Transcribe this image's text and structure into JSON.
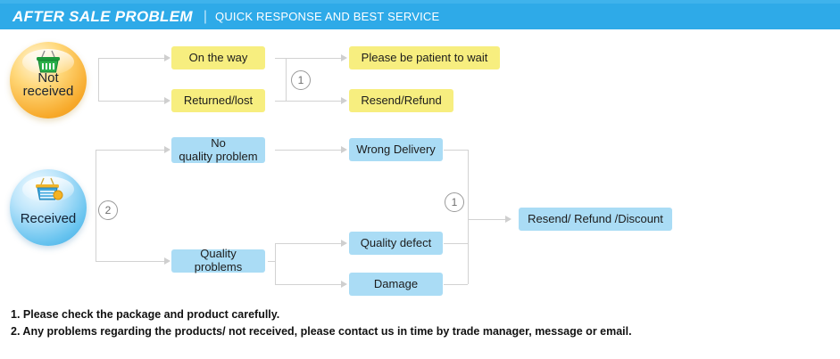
{
  "header": {
    "title": "AFTER SALE PROBLEM",
    "separator": "|",
    "subtitle": "QUICK RESPONSE AND BEST SERVICE",
    "band_color": "#2eaae8",
    "strip_color": "#3fb3ec"
  },
  "badges": [
    {
      "id": "not-received",
      "label_line1": "Not",
      "label_line2": "received",
      "icon": "shopping-basket-icon",
      "color": "#f7a92a"
    },
    {
      "id": "received",
      "label_line1": "Received",
      "label_line2": "",
      "icon": "shopping-basket-check-icon",
      "color": "#67c3ef"
    }
  ],
  "flow_not_received": {
    "stage1": [
      {
        "label": "On the way"
      },
      {
        "label": "Returned/lost"
      }
    ],
    "stage2": [
      {
        "label": "Please be patient to wait"
      },
      {
        "label": "Resend/Refund"
      }
    ],
    "marker": "1"
  },
  "flow_received": {
    "branch_marker": "2",
    "stage1": [
      {
        "label_line1": "No",
        "label_line2": "quality problem"
      },
      {
        "label_line1": "Quality problems",
        "label_line2": ""
      }
    ],
    "stage2": [
      {
        "label": "Wrong Delivery"
      },
      {
        "label": "Quality defect"
      },
      {
        "label": "Damage"
      }
    ],
    "merge_marker": "1",
    "outcome": {
      "label": "Resend/ Refund /Discount"
    }
  },
  "footer": {
    "lines": [
      "1. Please check the package and product carefully.",
      "2. Any problems regarding the products/ not received, please contact us in time by trade manager, message or email."
    ]
  },
  "colors": {
    "yellow_box": "#f7ee7f",
    "blue_box": "#aadcf5",
    "connector": "#d2d2d2"
  }
}
